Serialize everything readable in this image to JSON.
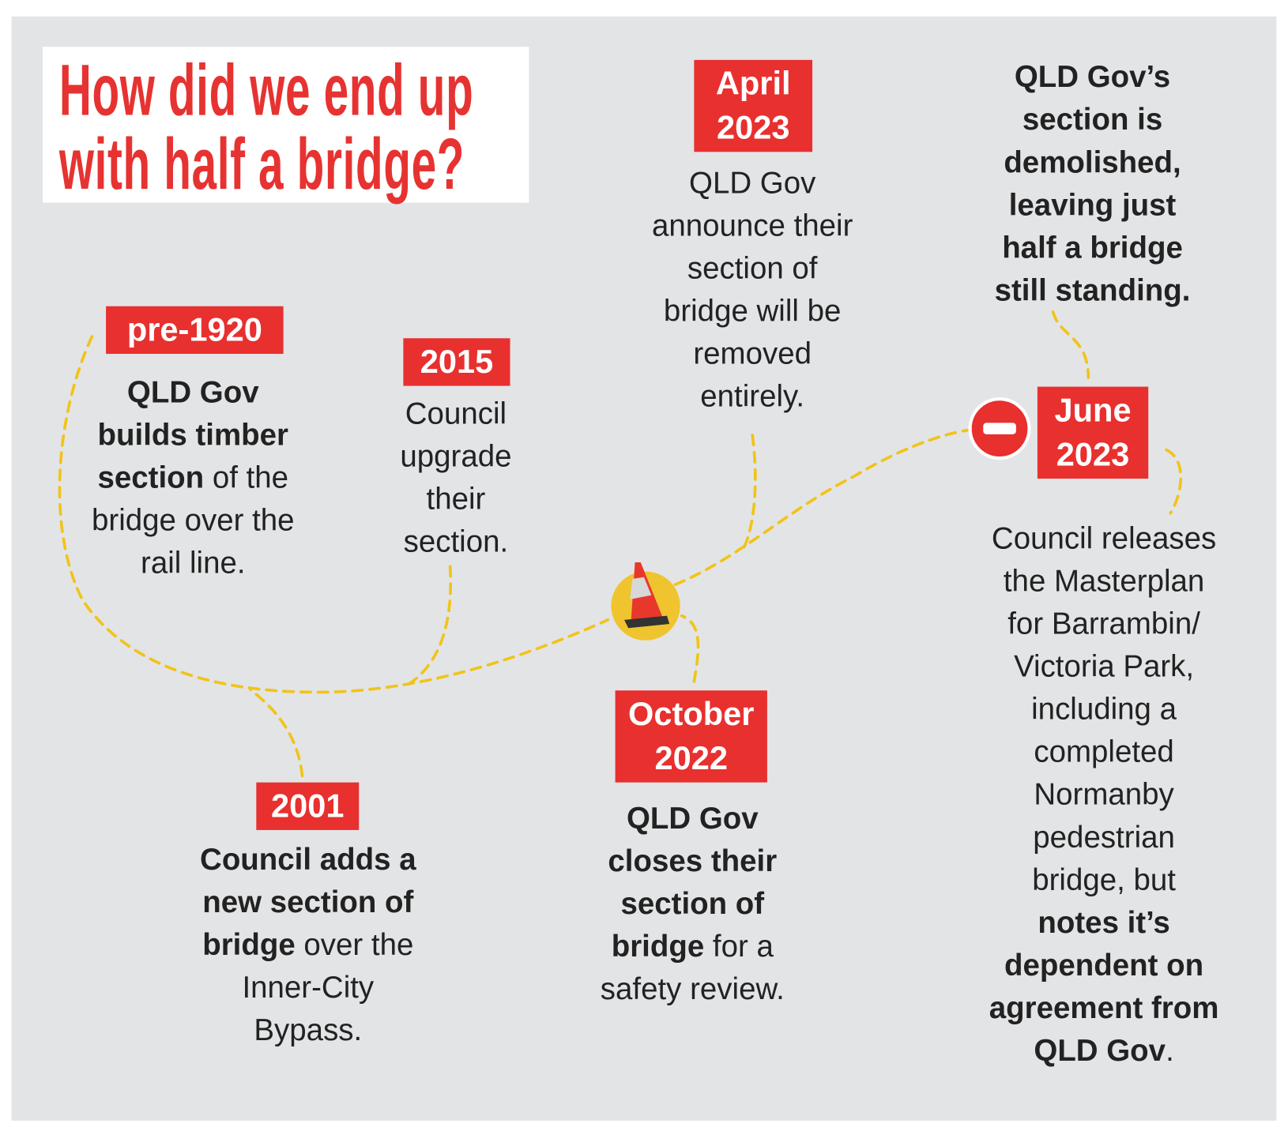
{
  "title": {
    "line1": "How did we end up",
    "line2": "with half a bridge?"
  },
  "colors": {
    "red": "#e8302f",
    "title_red": "#e63331",
    "yellow": "#f0c419",
    "panel": "#e3e4e6"
  },
  "icons": {
    "cone": "traffic-cone-icon",
    "no_entry": "no-entry-icon"
  },
  "events": [
    {
      "id": "pre-1920",
      "tag": [
        "pre-1920"
      ],
      "lines": [
        [
          [
            "QLD Gov",
            true
          ]
        ],
        [
          [
            "builds timber",
            true
          ]
        ],
        [
          [
            "section",
            true
          ],
          [
            " of the",
            false
          ]
        ],
        [
          [
            "bridge over the",
            false
          ]
        ],
        [
          [
            "rail line.",
            false
          ]
        ]
      ]
    },
    {
      "id": "2015",
      "tag": [
        "2015"
      ],
      "lines": [
        [
          [
            "Council",
            false
          ]
        ],
        [
          [
            "upgrade",
            false
          ]
        ],
        [
          [
            "their",
            false
          ]
        ],
        [
          [
            "section.",
            false
          ]
        ]
      ]
    },
    {
      "id": "april-2023",
      "tag": [
        "April",
        "2023"
      ],
      "lines": [
        [
          [
            "QLD Gov",
            false
          ]
        ],
        [
          [
            "announce their",
            false
          ]
        ],
        [
          [
            "section of",
            false
          ]
        ],
        [
          [
            "bridge will be",
            false
          ]
        ],
        [
          [
            "removed",
            false
          ]
        ],
        [
          [
            "entirely.",
            false
          ]
        ]
      ]
    },
    {
      "id": "june-2023-top",
      "tag": [],
      "lines": [
        [
          [
            "QLD Gov’s",
            true
          ]
        ],
        [
          [
            "section is",
            true
          ]
        ],
        [
          [
            "demolished,",
            true
          ]
        ],
        [
          [
            "leaving just",
            true
          ]
        ],
        [
          [
            "half a bridge",
            true
          ]
        ],
        [
          [
            "still standing.",
            true
          ]
        ]
      ]
    },
    {
      "id": "june-2023",
      "tag": [
        "June",
        "2023"
      ],
      "lines": [
        [
          [
            "Council releases",
            false
          ]
        ],
        [
          [
            "the Masterplan",
            false
          ]
        ],
        [
          [
            "for Barrambin/",
            false
          ]
        ],
        [
          [
            "Victoria Park,",
            false
          ]
        ],
        [
          [
            "including a",
            false
          ]
        ],
        [
          [
            "completed",
            false
          ]
        ],
        [
          [
            "Normanby",
            false
          ]
        ],
        [
          [
            "pedestrian",
            false
          ]
        ],
        [
          [
            "bridge, but",
            false
          ]
        ],
        [
          [
            "notes it’s",
            true
          ]
        ],
        [
          [
            "dependent on",
            true
          ]
        ],
        [
          [
            "agreement from",
            true
          ]
        ],
        [
          [
            "QLD Gov",
            true
          ],
          [
            ".",
            false
          ]
        ]
      ]
    },
    {
      "id": "october-2022",
      "tag": [
        "October",
        "2022"
      ],
      "lines": [
        [
          [
            "QLD Gov",
            true
          ]
        ],
        [
          [
            "closes their",
            true
          ]
        ],
        [
          [
            "section of",
            true
          ]
        ],
        [
          [
            "bridge",
            true
          ],
          [
            " for a",
            false
          ]
        ],
        [
          [
            "safety review.",
            false
          ]
        ]
      ]
    },
    {
      "id": "2001",
      "tag": [
        "2001"
      ],
      "lines": [
        [
          [
            "Council adds a",
            true
          ]
        ],
        [
          [
            "new section of",
            true
          ]
        ],
        [
          [
            "bridge",
            true
          ],
          [
            " over the",
            false
          ]
        ],
        [
          [
            "Inner-City",
            false
          ]
        ],
        [
          [
            "Bypass.",
            false
          ]
        ]
      ]
    }
  ]
}
